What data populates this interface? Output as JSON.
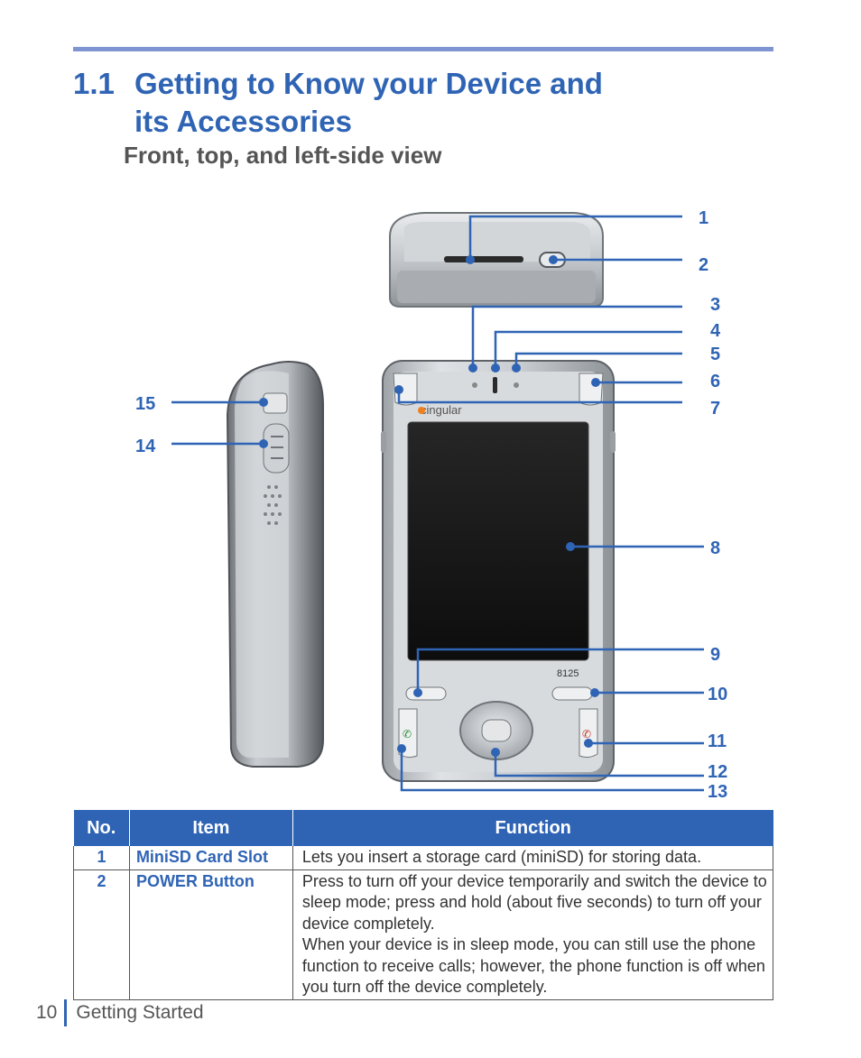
{
  "header": {
    "section_number": "1.1",
    "title_line1": "Getting to Know your Device and",
    "title_line2": "its Accessories",
    "subtitle": "Front, top, and left-side view"
  },
  "device": {
    "brand": "cingular",
    "model": "8125"
  },
  "callouts": [
    "1",
    "2",
    "3",
    "4",
    "5",
    "6",
    "7",
    "8",
    "9",
    "10",
    "11",
    "12",
    "13",
    "14",
    "15"
  ],
  "table": {
    "headers": {
      "no": "No.",
      "item": "Item",
      "function": "Function"
    },
    "rows": [
      {
        "no": "1",
        "item": "MiniSD Card Slot",
        "function": [
          "Lets you insert a storage card (miniSD) for storing data."
        ]
      },
      {
        "no": "2",
        "item": "POWER Button",
        "function": [
          "Press to turn off your device temporarily and switch the device to sleep mode; press and hold (about five seconds) to turn off your device completely.",
          "When your device is in sleep mode, you can still use the phone function to receive calls; however, the phone function is off when you turn off the device completely."
        ]
      }
    ]
  },
  "footer": {
    "page_number": "10",
    "section": "Getting Started"
  },
  "colors": {
    "accent": "#2f64b5",
    "rule": "#7f95d2"
  }
}
